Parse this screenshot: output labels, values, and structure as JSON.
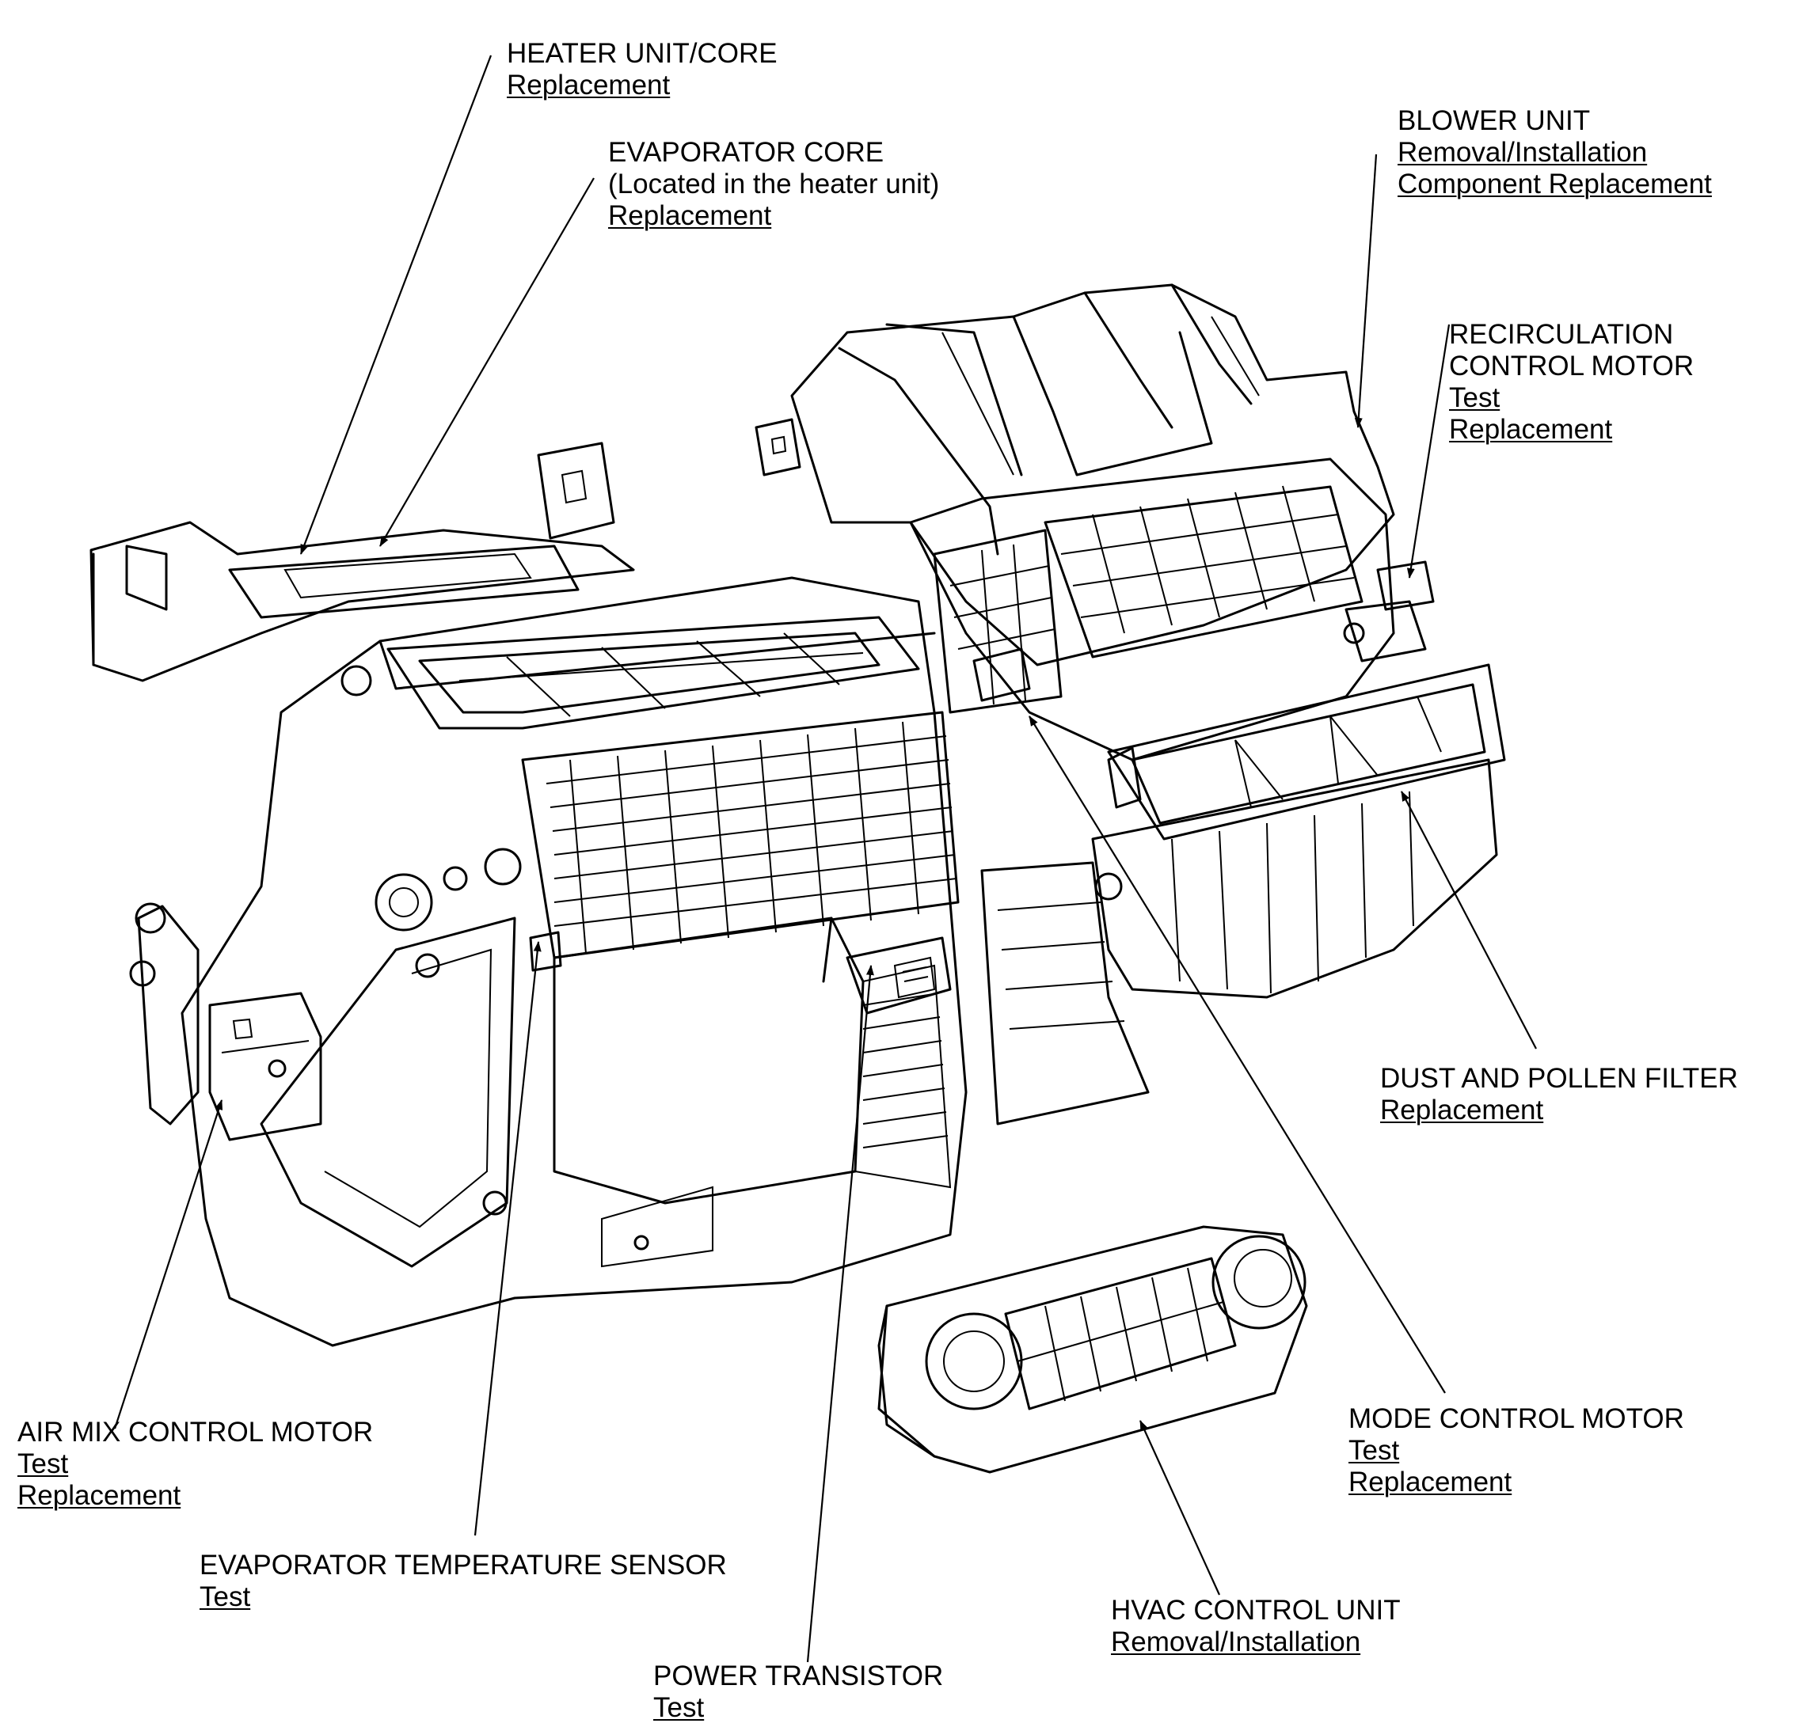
{
  "callouts": {
    "heater_unit": {
      "title": "HEATER UNIT/CORE",
      "links": [
        "Replacement"
      ]
    },
    "evaporator_core": {
      "title": "EVAPORATOR CORE",
      "subtitle": "(Located in the heater unit)",
      "links": [
        "Replacement"
      ]
    },
    "blower_unit": {
      "title": "BLOWER UNIT",
      "links": [
        "Removal/Installation",
        "Component Replacement"
      ]
    },
    "recirculation_motor": {
      "title": "RECIRCULATION",
      "title2": "CONTROL MOTOR",
      "links": [
        "Test",
        "Replacement"
      ]
    },
    "dust_filter": {
      "title": "DUST AND POLLEN FILTER",
      "links": [
        "Replacement"
      ]
    },
    "mode_motor": {
      "title": "MODE CONTROL MOTOR",
      "links": [
        "Test",
        "Replacement"
      ]
    },
    "air_mix_motor": {
      "title": "AIR MIX CONTROL MOTOR",
      "links": [
        "Test",
        "Replacement"
      ]
    },
    "evap_temp_sensor": {
      "title": "EVAPORATOR TEMPERATURE SENSOR",
      "links": [
        "Test"
      ]
    },
    "power_transistor": {
      "title": "POWER TRANSISTOR",
      "links": [
        "Test"
      ]
    },
    "hvac_control_unit": {
      "title": "HVAC CONTROL UNIT",
      "links": [
        "Removal/Installation"
      ]
    }
  }
}
